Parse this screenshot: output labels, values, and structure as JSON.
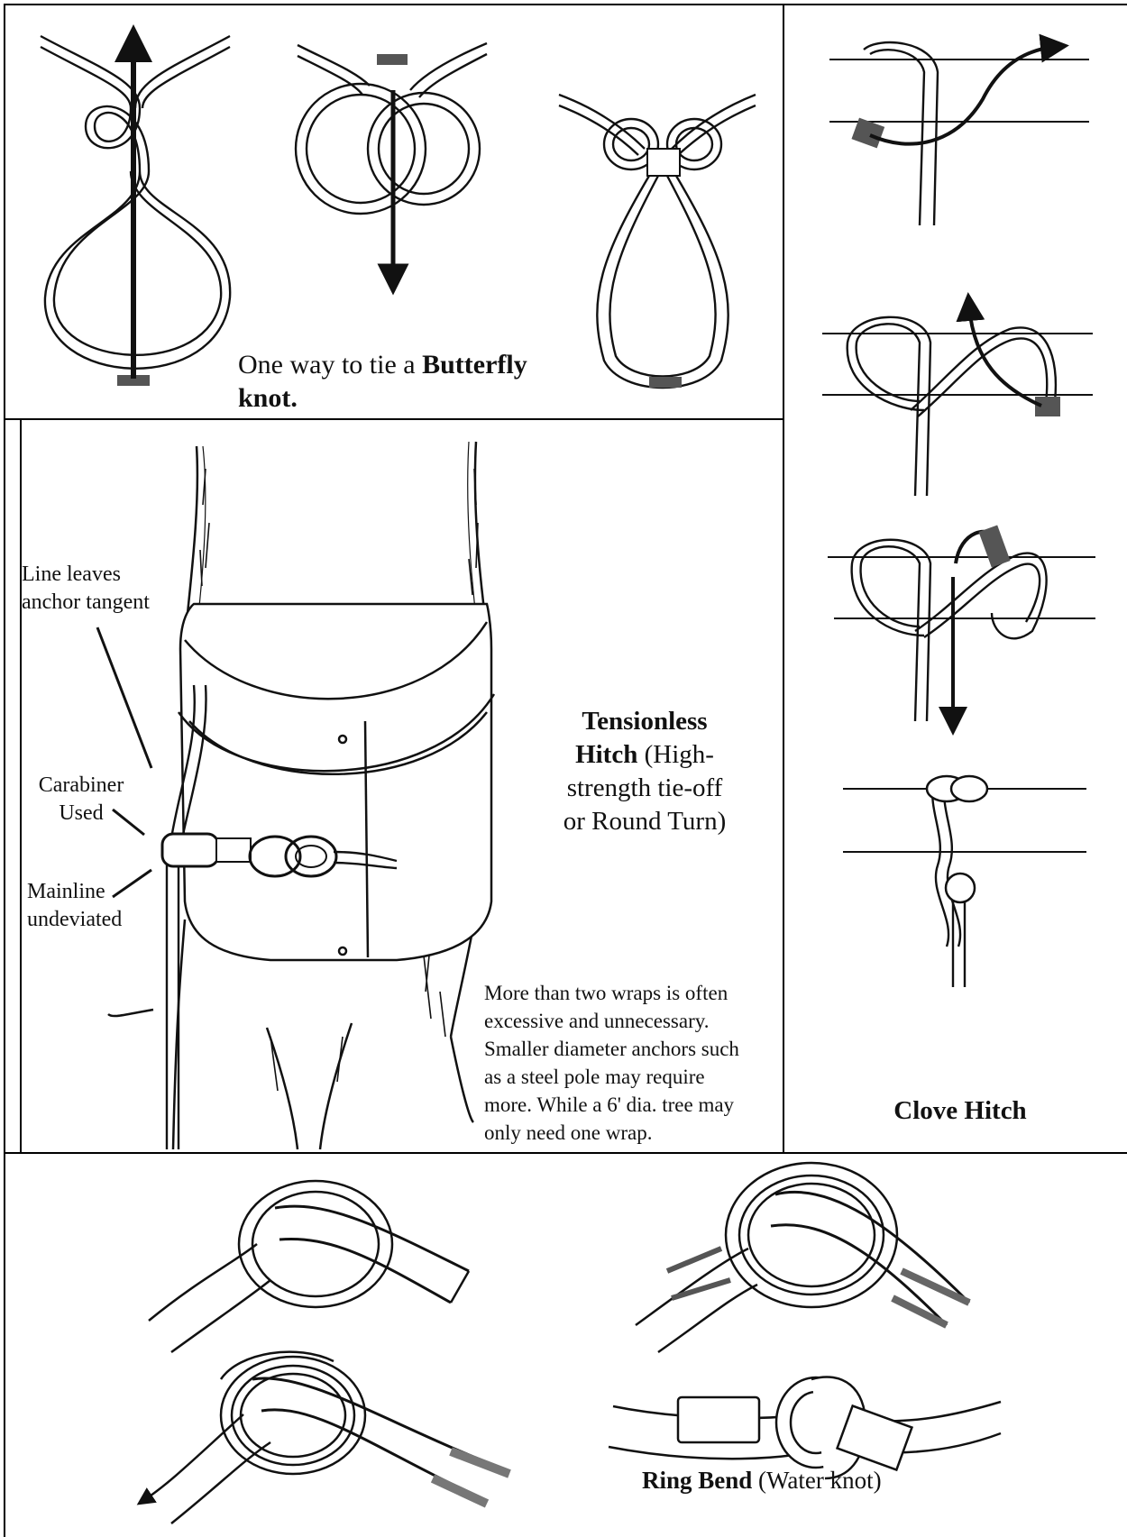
{
  "butterfly": {
    "caption_prefix": "One way to tie a ",
    "caption_bold": "Butterfly",
    "caption_line2": "knot."
  },
  "tensionless": {
    "title_bold_1": "Tensionless",
    "title_bold_2": "Hitch",
    "title_rest_1": " (High-",
    "title_line3": "strength tie-off",
    "title_line4": "or Round Turn)",
    "callout_line_leaves_1": "Line leaves",
    "callout_line_leaves_2": "anchor tangent",
    "callout_carabiner_1": "Carabiner",
    "callout_carabiner_2": "Used",
    "callout_mainline_1": "Mainline",
    "callout_mainline_2": "undeviated",
    "note_lines": [
      "More than two wraps is often",
      "excessive and unnecessary.",
      "Smaller diameter anchors such",
      "as a steel pole may require",
      "more. While a 6' dia. tree may",
      "only need one wrap."
    ]
  },
  "clove": {
    "title": "Clove Hitch"
  },
  "ring_bend": {
    "title_bold": "Ring Bend",
    "title_rest": " (Water knot)"
  }
}
